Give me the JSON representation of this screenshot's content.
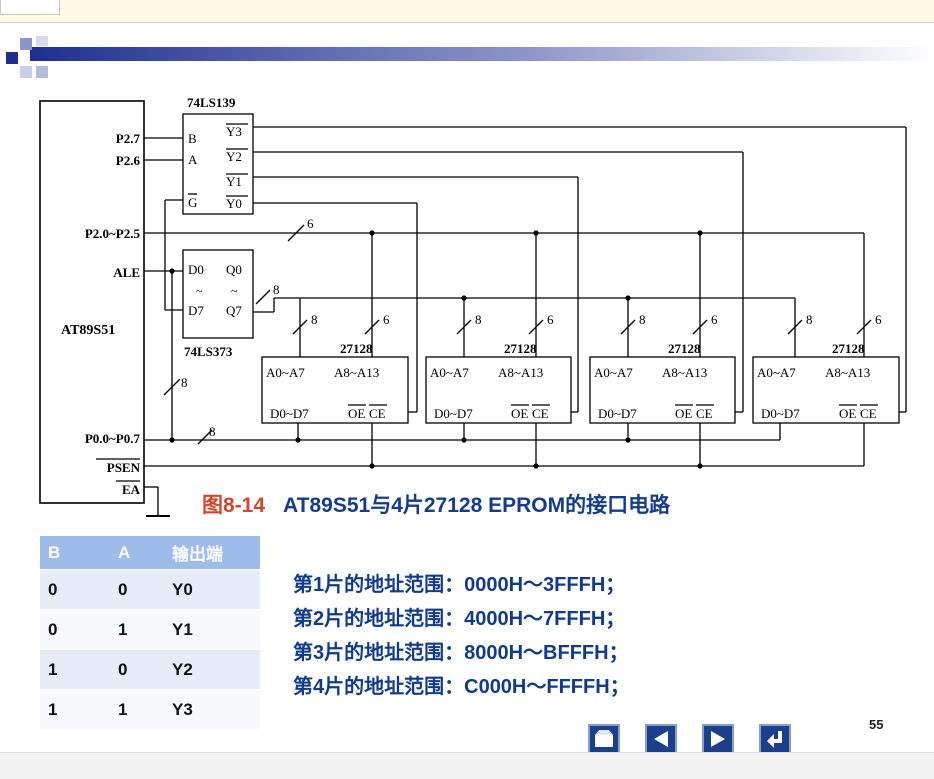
{
  "diagram": {
    "mcu": {
      "name": "AT89S51",
      "pins": {
        "p27": "P2.7",
        "p26": "P2.6",
        "p20_25": "P2.0~P2.5",
        "ale": "ALE",
        "p00_07": "P0.0~P0.7",
        "psen": "PSEN",
        "ea": "EA"
      }
    },
    "decoder": {
      "name": "74LS139",
      "in_b": "B",
      "in_a": "A",
      "in_g": "G",
      "out_y3": "Y3",
      "out_y2": "Y2",
      "out_y1": "Y1",
      "out_y0": "Y0"
    },
    "latch": {
      "name": "74LS373",
      "d0": "D0",
      "d7": "D7",
      "q0": "Q0",
      "q7": "Q7",
      "tilde": "~"
    },
    "eprom": {
      "name": "27128",
      "addr_low": "A0~A7",
      "addr_high": "A8~A13",
      "data": "D0~D7",
      "oe": "OE",
      "ce": "CE"
    },
    "bus_width_6": "6",
    "bus_width_8": "8"
  },
  "caption": {
    "fig": "图8-14",
    "text": "AT89S51与4片27128 EPROM的接口电路"
  },
  "truth_table": {
    "headers": [
      "B",
      "A",
      "输出端"
    ],
    "rows": [
      [
        "0",
        "0",
        "Y0"
      ],
      [
        "0",
        "1",
        "Y1"
      ],
      [
        "1",
        "0",
        "Y2"
      ],
      [
        "1",
        "1",
        "Y3"
      ]
    ]
  },
  "ranges": [
    "第1片的地址范围：0000H～3FFFH；",
    "第2片的地址范围：4000H～7FFFH；",
    "第3片的地址范围：8000H～BFFFH；",
    "第4片的地址范围：C000H～FFFFH；"
  ],
  "page_number": "55",
  "colors": {
    "caption_blue": "#143c8c",
    "caption_red": "#d2462d",
    "table_header": "#9dbcea",
    "nav_button": "#1b3f8a"
  },
  "nav": [
    "home-icon",
    "prev-icon",
    "next-icon",
    "return-icon"
  ]
}
